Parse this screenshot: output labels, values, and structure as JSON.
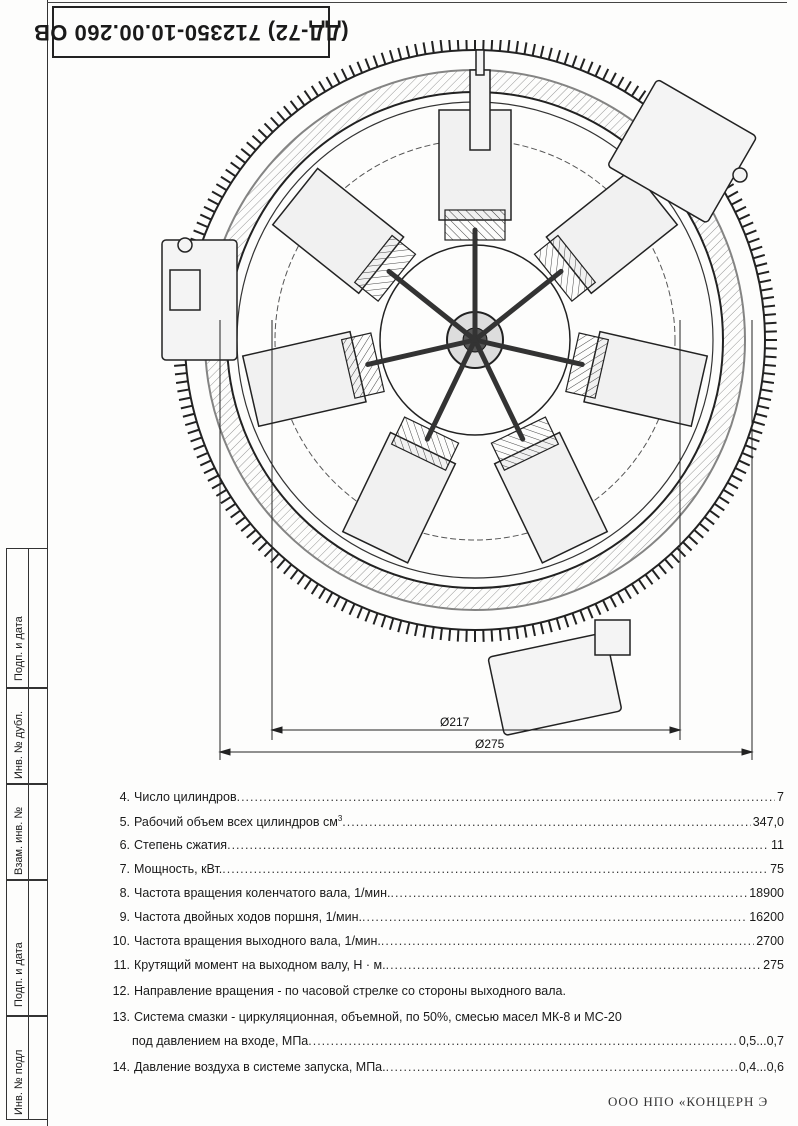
{
  "header": {
    "title": "(ДД-72) 712350-10.00.260 ОВ"
  },
  "stamp_labels": [
    "Подп. и дата",
    "Инв. № дубл.",
    "Взам. инв. №",
    "Подп. и дата",
    "Инв. № подл"
  ],
  "drawing": {
    "dim_inner": "Ø217",
    "dim_outer": "Ø275"
  },
  "specs": [
    {
      "num": "4.",
      "text": "Число цилиндров",
      "value": "7"
    },
    {
      "num": "5.",
      "text": "Рабочий объем всех цилиндров  см",
      "sup": "3",
      "value": "347,0"
    },
    {
      "num": "6.",
      "text": "Степень сжатия",
      "value": "11"
    },
    {
      "num": "7.",
      "text": "Мощность, кВт.",
      "value": "75"
    },
    {
      "num": "8.",
      "text": "Частота вращения коленчатого вала, 1/мин.",
      "value": "18900"
    },
    {
      "num": "9.",
      "text": "Частота двойных  ходов поршня, 1/мин.",
      "value": "16200"
    },
    {
      "num": "10.",
      "text": "Частота вращения выходного вала, 1/мин.",
      "value": "2700"
    },
    {
      "num": "11.",
      "text": "Крутящий момент на выходном валу, Н · м.",
      "value": "275"
    },
    {
      "num": "12.",
      "text": "Направление вращения - по часовой стрелке со стороны выходного вала.",
      "value": ""
    },
    {
      "num": "13.",
      "text": "Система смазки - циркуляционная, объемной, по 50%, смесью масел МК-8 и МС-20",
      "value": ""
    },
    {
      "num": "",
      "text": "под давлением на входе, МПа",
      "value": "0,5...0,7"
    },
    {
      "num": "14.",
      "text": "Давление воздуха в системе запуска, МПа.",
      "value": "0,4...0,6"
    }
  ],
  "footer": {
    "company": "ООО НПО «КОНЦЕРН Э"
  }
}
